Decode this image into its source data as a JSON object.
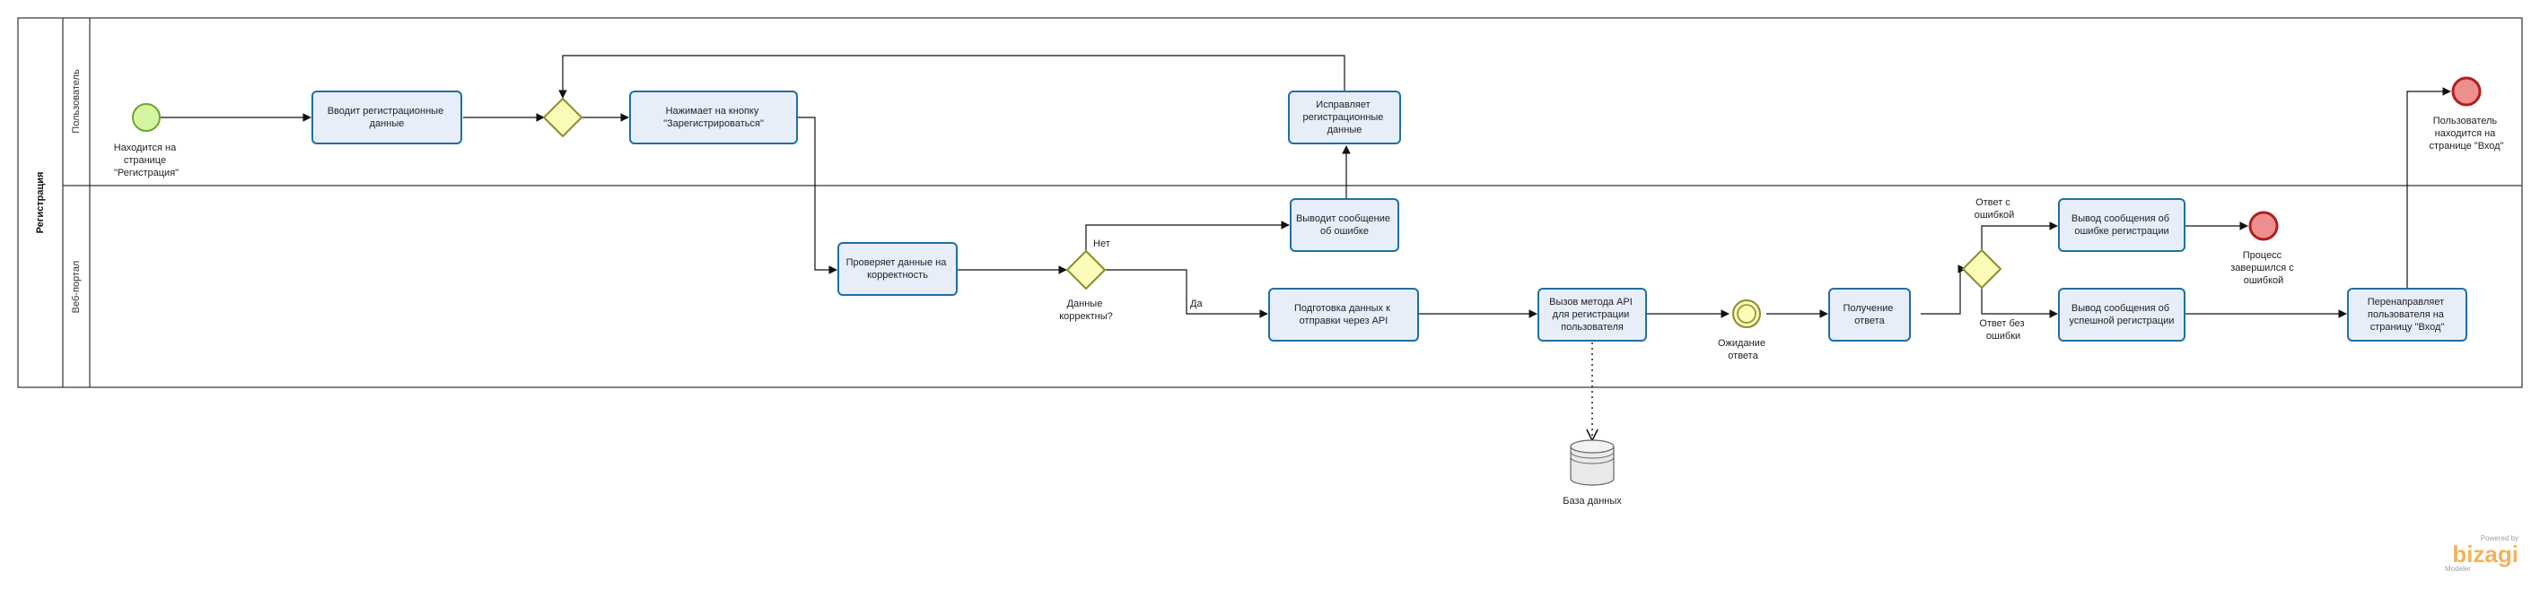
{
  "pool": {
    "title": "Регистрация"
  },
  "lanes": [
    {
      "id": "user",
      "title": "Пользователь"
    },
    {
      "id": "portal",
      "title": "Веб-портал"
    }
  ],
  "events": {
    "start": {
      "label": [
        "Находится на",
        "странице",
        "\"Регистрация\""
      ]
    },
    "wait": {
      "label": [
        "Ожидание",
        "ответа"
      ]
    },
    "end_error": {
      "label": [
        "Процесс",
        "завершился  с",
        "ошибкой"
      ]
    },
    "end_success": {
      "label": [
        "Пользователь",
        "находится на",
        "странице \"Вход\""
      ]
    }
  },
  "tasks": {
    "enter_data": [
      "Вводит регистрационные",
      "данные"
    ],
    "click_register": [
      "Нажимает на кнопку",
      "\"Зарегистрироваться\""
    ],
    "fix_data": [
      "Исправляет",
      "регистрационные",
      "данные"
    ],
    "check_data": [
      "Проверяет данные на",
      "корректность"
    ],
    "show_error": [
      "Выводит сообщение",
      "об ошибке"
    ],
    "prepare_api": [
      "Подготовка  данных к",
      "отправки через API"
    ],
    "call_api": [
      "Вызов метода API",
      "для регистрации",
      "пользователя"
    ],
    "receive_resp": [
      "Получение",
      "ответа"
    ],
    "reg_error_msg": [
      "Вывод сообщения об",
      "ошибке регистрации"
    ],
    "reg_success_msg": [
      "Вывод сообщения об",
      "успешной регистрации"
    ],
    "redirect": [
      "Перенаправляет",
      "пользователя на",
      "страницу \"Вход\""
    ]
  },
  "gateways": {
    "data_valid": {
      "label": [
        "Данные",
        "корректны?"
      ]
    }
  },
  "flow_labels": {
    "no": "Нет",
    "yes": "Да",
    "resp_error": [
      "Ответ с",
      "ошибкой"
    ],
    "resp_ok": [
      "Ответ без",
      "ошибки"
    ]
  },
  "datastore": {
    "label": "База данных"
  },
  "branding": {
    "powered": "Powered by",
    "name": "bizagi",
    "product": "Modeler"
  },
  "colors": {
    "task_fill": "#e7eef9",
    "task_stroke": "#1f6fa8",
    "start_fill": "#d6f5a3",
    "start_stroke": "#6aa52a",
    "end_fill": "#ee8f8f",
    "end_stroke": "#b21e1e",
    "gateway_fill": "#fbfcb8",
    "gateway_stroke": "#8b8b30",
    "brand": "#f2b35a"
  }
}
